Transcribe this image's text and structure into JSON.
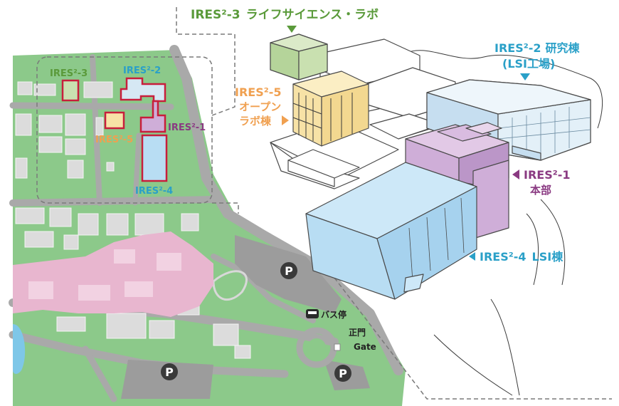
{
  "map": {
    "buildings": {
      "ires3": {
        "code": "IRES²-3",
        "name": "ライフサイエンス・ラボ"
      },
      "ires2": {
        "code": "IRES²-2",
        "name": "研究棟",
        "sub": "(LSI工場)"
      },
      "ires5": {
        "code": "IRES²-5",
        "name_line1": "オープン",
        "name_line2": "ラボ棟"
      },
      "ires1": {
        "code": "IRES²-1",
        "name": "本部"
      },
      "ires4": {
        "code": "IRES²-4",
        "name": "LSI棟"
      }
    },
    "site_labels": {
      "ires3": "IRES²-3",
      "ires2": "IRES²-2",
      "ires5": "IRES²-5",
      "ires1": "IRES²-1",
      "ires4": "IRES²-4"
    },
    "pois": {
      "bus_stop": "バス停",
      "main_gate_jp": "正門",
      "main_gate_en": "Gate",
      "parking": "P"
    },
    "colors": {
      "lawn": "#8cc98a",
      "road": "#a9a9a9",
      "building_gray": "#dcdcdc",
      "hospital_pink": "#e8b6cf",
      "ires3_green": "#c9e0b0",
      "ires5_yellow": "#f7e2a6",
      "ires1_purple": "#cfaed8",
      "ires4_blue": "#b8ddf3",
      "ires2_lightblue": "#d6e8f4",
      "highlight_outline": "#c81e3c"
    }
  }
}
